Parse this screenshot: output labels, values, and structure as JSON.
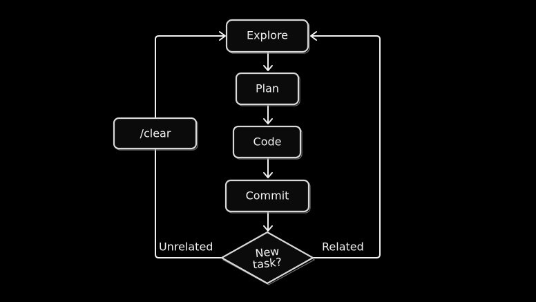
{
  "diagram": {
    "nodes": {
      "explore": "Explore",
      "plan": "Plan",
      "code": "Code",
      "commit": "Commit",
      "decision_line1": "New",
      "decision_line2": "task?",
      "clear": "/clear"
    },
    "edge_labels": {
      "unrelated": "Unrelated",
      "related": "Related"
    },
    "colors": {
      "background": "#000000",
      "stroke": "#d9d9d9",
      "text": "#f2f2f2"
    }
  }
}
